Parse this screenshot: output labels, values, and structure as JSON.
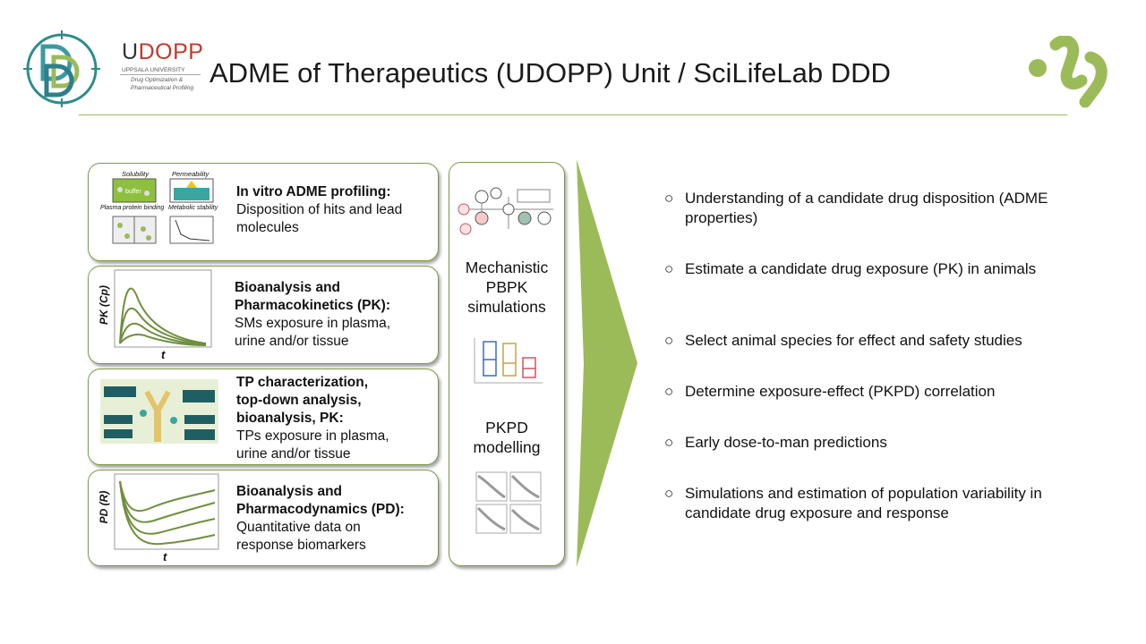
{
  "header": {
    "brand_letter": "U",
    "brand_name": "DOPP",
    "university": "UPPSALA UNIVERSITY",
    "tagline_line1": "Drug Optimization &",
    "tagline_line2": "Pharmaceutical Profiling",
    "title": "ADME of Therapeutics (UDOPP) Unit / SciLifeLab DDD"
  },
  "cards": [
    {
      "heading": "In vitro ADME profiling:",
      "body": [
        "Disposition of hits and lead",
        "molecules"
      ],
      "figure_labels": {
        "solubility": "Solubility",
        "permeability": "Permeability",
        "buffer": "buffer",
        "ppb": "Plasma protein binding",
        "metabolic": "Metabolic stability"
      }
    },
    {
      "heading": [
        "Bioanalysis and",
        "Pharmacokinetics (PK):"
      ],
      "body": [
        "SMs exposure in plasma,",
        "urine and/or tissue"
      ],
      "y_axis": "PK (Cp)",
      "x_axis": "t"
    },
    {
      "heading": [
        "TP characterization,",
        "top-down analysis,",
        "bioanalysis, PK:"
      ],
      "body": [
        "TPs exposure in plasma,",
        "urine and/or tissue"
      ]
    },
    {
      "heading": [
        "Bioanalysis and",
        "Pharmacodynamics (PD):"
      ],
      "body": [
        "Quantitative data on",
        "response biomarkers"
      ],
      "y_axis": "PD (R)",
      "x_axis": "t"
    }
  ],
  "middle": {
    "pbpk_lines": [
      "Mechanistic",
      "PBPK",
      "simulations"
    ],
    "pkpd_lines": [
      "PKPD",
      "modelling"
    ]
  },
  "outcomes": {
    "marker": "○",
    "items": [
      "Understanding of a candidate drug disposition (ADME properties)",
      "Estimate a candidate  drug exposure (PK) in animals",
      "Select animal species for effect and safety studies",
      "Determine exposure-effect (PKPD) correlation",
      "Early dose-to-man predictions",
      "Simulations and estimation of population variability in candidate drug exposure and response"
    ]
  },
  "colors": {
    "accent": "#9bbb59",
    "teal": "#2e8b8b",
    "brand_red": "#c0392b",
    "curve": "#6f8f3e"
  }
}
